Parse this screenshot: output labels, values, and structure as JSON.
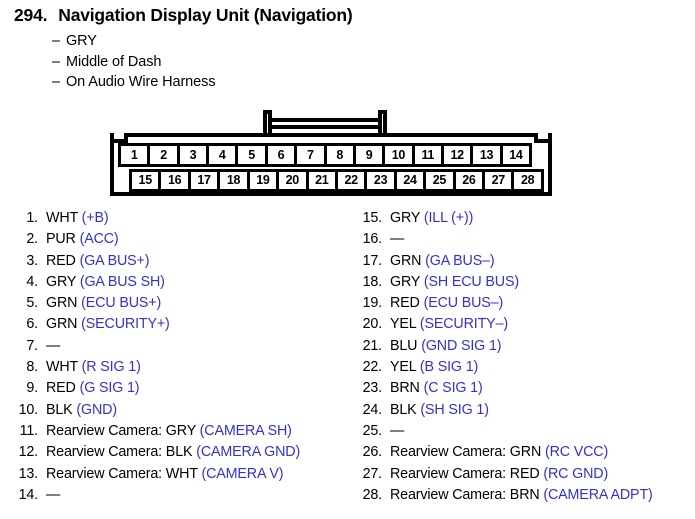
{
  "header": {
    "number": "294.",
    "title": "Navigation Display Unit (Navigation)",
    "dash": "–",
    "details": [
      "GRY",
      "Middle of Dash",
      "On Audio Wire Harness"
    ]
  },
  "connector": {
    "top_row_pins": [
      "1",
      "2",
      "3",
      "4",
      "5",
      "6",
      "7",
      "8",
      "9",
      "10",
      "11",
      "12",
      "13",
      "14"
    ],
    "bottom_row_pins": [
      "15",
      "16",
      "17",
      "18",
      "19",
      "20",
      "21",
      "22",
      "23",
      "24",
      "25",
      "26",
      "27",
      "28"
    ]
  },
  "colors": {
    "signal_text": "#3333cc",
    "outline": "#000000",
    "background": "#ffffff"
  },
  "pins": {
    "left_column": [
      {
        "num": "1.",
        "wire": "WHT",
        "signal": "(+B)"
      },
      {
        "num": "2.",
        "wire": "PUR",
        "signal": "(ACC)"
      },
      {
        "num": "3.",
        "wire": "RED",
        "signal": "(GA BUS+)"
      },
      {
        "num": "4.",
        "wire": "GRY",
        "signal": "(GA BUS SH)"
      },
      {
        "num": "5.",
        "wire": "GRN",
        "signal": "(ECU BUS+)"
      },
      {
        "num": "6.",
        "wire": "GRN",
        "signal": "(SECURITY+)"
      },
      {
        "num": "7.",
        "wire": "—",
        "signal": ""
      },
      {
        "num": "8.",
        "wire": "WHT",
        "signal": "(R SIG 1)"
      },
      {
        "num": "9.",
        "wire": "RED",
        "signal": "(G SIG 1)"
      },
      {
        "num": "10.",
        "wire": "BLK",
        "signal": "(GND)"
      },
      {
        "num": "11.",
        "wire": "Rearview Camera: GRY",
        "signal": "(CAMERA SH)"
      },
      {
        "num": "12.",
        "wire": "Rearview Camera: BLK",
        "signal": "(CAMERA GND)"
      },
      {
        "num": "13.",
        "wire": "Rearview Camera: WHT",
        "signal": "(CAMERA V)"
      },
      {
        "num": "14.",
        "wire": "—",
        "signal": ""
      }
    ],
    "right_column": [
      {
        "num": "15.",
        "wire": "GRY",
        "signal": "(ILL (+))"
      },
      {
        "num": "16.",
        "wire": "—",
        "signal": ""
      },
      {
        "num": "17.",
        "wire": "GRN",
        "signal": "(GA BUS–)"
      },
      {
        "num": "18.",
        "wire": "GRY",
        "signal": "(SH ECU BUS)"
      },
      {
        "num": "19.",
        "wire": "RED",
        "signal": "(ECU BUS–)"
      },
      {
        "num": "20.",
        "wire": "YEL",
        "signal": "(SECURITY–)"
      },
      {
        "num": "21.",
        "wire": "BLU",
        "signal": "(GND SIG 1)"
      },
      {
        "num": "22.",
        "wire": "YEL",
        "signal": "(B SIG 1)"
      },
      {
        "num": "23.",
        "wire": "BRN",
        "signal": "(C SIG 1)"
      },
      {
        "num": "24.",
        "wire": "BLK",
        "signal": "(SH SIG 1)"
      },
      {
        "num": "25.",
        "wire": "—",
        "signal": ""
      },
      {
        "num": "26.",
        "wire": "Rearview Camera: GRN",
        "signal": "(RC VCC)"
      },
      {
        "num": "27.",
        "wire": "Rearview Camera: RED",
        "signal": "(RC GND)"
      },
      {
        "num": "28.",
        "wire": "Rearview Camera: BRN",
        "signal": "(CAMERA ADPT)"
      }
    ]
  }
}
